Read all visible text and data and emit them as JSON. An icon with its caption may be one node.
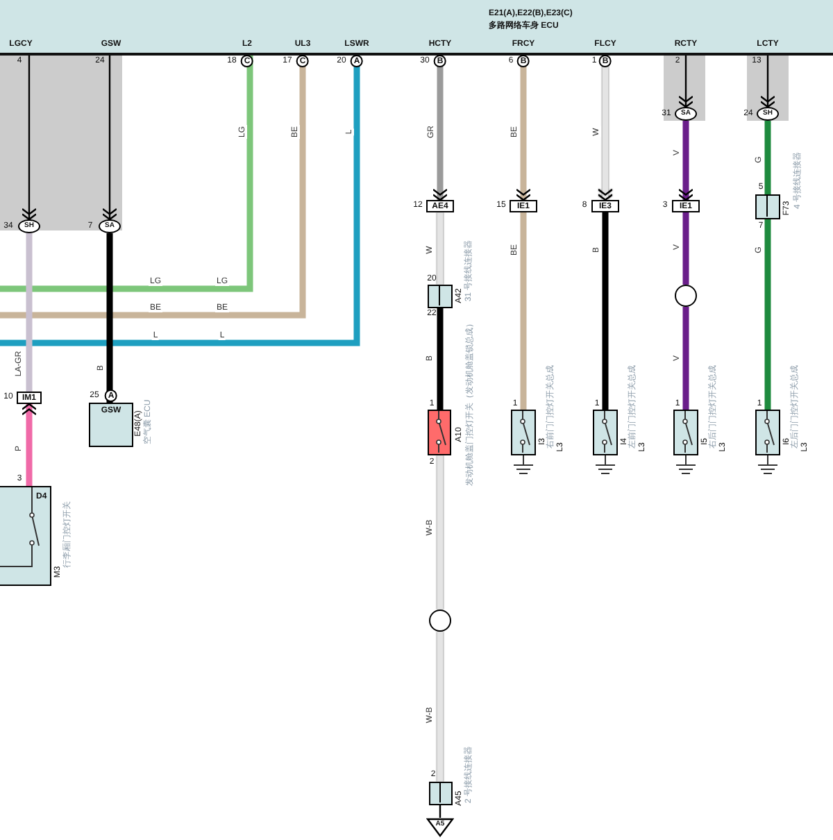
{
  "diagram": {
    "nodes": [
      {
        "text": [
          "E21(A),E22(B),E23(C)",
          "多路网络车身 ECU",
          "LGCY",
          "GSW",
          "L2",
          "UL3",
          "LSWR",
          "HCTY",
          "FRCY",
          "FLCY",
          "RCTY",
          "LCTY"
        ],
        "beside": [
          "4",
          "24",
          "18",
          "C",
          "17",
          "C",
          "20",
          "A",
          "30",
          "B",
          "6",
          "B",
          "1",
          "B",
          "2",
          "13"
        ]
      },
      {
        "text": [
          "SH"
        ],
        "beside": [
          "34"
        ]
      },
      {
        "text": [
          "SA"
        ],
        "beside": [
          "7"
        ]
      },
      {
        "text": [
          "SA"
        ],
        "beside": [
          "31"
        ]
      },
      {
        "text": [
          "SH"
        ],
        "beside": [
          "24"
        ]
      },
      {
        "text": [
          "AE4"
        ],
        "beside": [
          "12"
        ]
      },
      {
        "text": [
          "IE1"
        ],
        "beside": [
          "15"
        ]
      },
      {
        "text": [
          "IE3"
        ],
        "beside": [
          "8"
        ]
      },
      {
        "text": [
          "IE1"
        ],
        "beside": [
          "3"
        ]
      },
      {
        "text": [],
        "shape": "box",
        "beside": [
          "5",
          "7",
          "F73",
          "4 号接线连接器"
        ]
      },
      {
        "text": [],
        "shape": "box",
        "beside": [
          "20",
          "22",
          "A42",
          "31 号接线连接器"
        ]
      },
      {
        "text": [],
        "shape": "circle"
      },
      {
        "text": [
          "IM1"
        ],
        "beside": [
          "10"
        ]
      },
      {
        "text": [
          "GSW"
        ],
        "beside": [
          "25",
          "A",
          "E48(A)",
          "空气囊 ECU"
        ]
      },
      {
        "text": [],
        "shape": "box",
        "beside": [
          "1",
          "2",
          "A10",
          "发动机舱盖门控灯开关（发动机舱盖锁总成）"
        ]
      },
      {
        "text": [],
        "shape": "box",
        "beside": [
          "1",
          "I3",
          "右前门门控灯开关总成",
          "L3"
        ]
      },
      {
        "text": [],
        "shape": "box",
        "beside": [
          "1",
          "I4",
          "左前门门控灯开关总成",
          "L3"
        ]
      },
      {
        "text": [],
        "shape": "box",
        "beside": [
          "1",
          "I5",
          "右后门门控灯开关总成",
          "L3"
        ]
      },
      {
        "text": [],
        "shape": "box",
        "beside": [
          "1",
          "I6",
          "左后门门控灯开关总成",
          "L3"
        ]
      },
      {
        "text": [
          "D4"
        ],
        "beside": [
          "3",
          "M3",
          "行李厢门控灯开关"
        ]
      },
      {
        "text": [],
        "shape": "circle"
      },
      {
        "text": [],
        "shape": "box",
        "beside": [
          "2",
          "A45",
          "2 号接线连接器"
        ]
      },
      {
        "text": [
          "A5"
        ]
      }
    ],
    "edges": [
      {
        "from": 0,
        "to": 1,
        "arrow": "to"
      },
      {
        "from": 0,
        "to": 2,
        "arrow": "to"
      },
      {
        "from": 0,
        "to": null,
        "arrow": "none",
        "label": "LG",
        "color": "#7dc67a"
      },
      {
        "from": 0,
        "to": null,
        "arrow": "none",
        "label": "BE",
        "color": "#c8b49a"
      },
      {
        "from": 0,
        "to": null,
        "arrow": "none",
        "label": "L",
        "color": "#1e9fc0"
      },
      {
        "from": 0,
        "to": 5,
        "arrow": "to",
        "label": "GR",
        "color": "#9a9a9a"
      },
      {
        "from": 0,
        "to": 6,
        "arrow": "to",
        "label": "BE",
        "color": "#c8b49a"
      },
      {
        "from": 0,
        "to": 7,
        "arrow": "to",
        "label": "W",
        "color": "#e4e4e4"
      },
      {
        "from": 0,
        "to": 3,
        "arrow": "to"
      },
      {
        "from": 0,
        "to": 4,
        "arrow": "to"
      },
      {
        "from": 3,
        "to": 8,
        "arrow": "to",
        "label": "V",
        "color": "#6a1e8a"
      },
      {
        "from": 4,
        "to": 9,
        "arrow": "none",
        "label": "G",
        "color": "#1e8a3e"
      },
      {
        "from": 1,
        "to": 12,
        "arrow": "none",
        "label": "LA-GR",
        "color": "#c9c0d0"
      },
      {
        "from": 2,
        "to": 13,
        "arrow": "none",
        "label": "B",
        "color": "#000000"
      },
      {
        "from": 5,
        "to": 10,
        "arrow": "none",
        "label": "W",
        "color": "#e4e4e4"
      },
      {
        "from": 6,
        "to": 15,
        "arrow": "none",
        "label": "BE",
        "color": "#c8b49a"
      },
      {
        "from": 7,
        "to": 16,
        "arrow": "none",
        "label": "B",
        "color": "#000000"
      },
      {
        "from": 8,
        "to": 11,
        "arrow": "none",
        "label": "V",
        "color": "#6a1e8a"
      },
      {
        "from": 9,
        "to": 18,
        "arrow": "none",
        "label": "G",
        "color": "#1e8a3e"
      },
      {
        "from": 19,
        "to": 12,
        "arrow": "to",
        "label": "P",
        "color": "#f06aa8"
      },
      {
        "from": 10,
        "to": 14,
        "arrow": "none",
        "label": "B",
        "color": "#000000"
      },
      {
        "from": 11,
        "to": 17,
        "arrow": "none",
        "label": "V",
        "color": "#6a1e8a"
      },
      {
        "from": 14,
        "to": 20,
        "arrow": "none",
        "label": "W-B",
        "color": "#e4e4e4"
      },
      {
        "from": 20,
        "to": 21,
        "arrow": "none",
        "label": "W-B",
        "color": "#e4e4e4"
      },
      {
        "from": 21,
        "to": 22,
        "arrow": "none"
      }
    ],
    "labels": [
      "LG",
      "LG",
      "BE",
      "BE",
      "L",
      "L"
    ]
  }
}
